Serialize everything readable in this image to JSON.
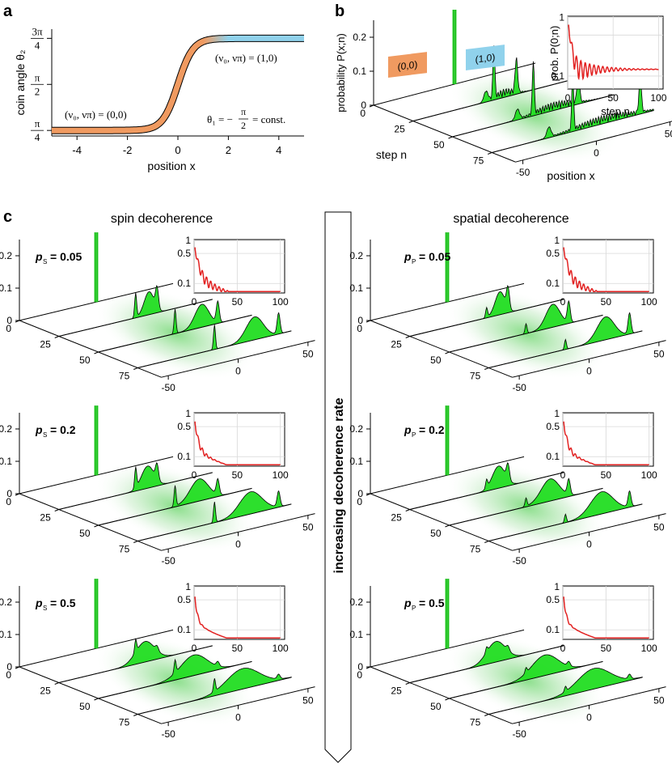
{
  "chart_data": [
    {
      "type": "line",
      "panel_label": "a",
      "xlabel": "position x",
      "ylabel": "coin angle θ₂",
      "x_ticks": [
        "-4",
        "-2",
        "0",
        "2",
        "4"
      ],
      "y_ticks": [
        {
          "num": "π",
          "den": "4"
        },
        {
          "num": "π",
          "den": "2"
        },
        {
          "num": "3π",
          "den": "4"
        }
      ],
      "xlim": [
        -5,
        5
      ],
      "ylim_over_pi": [
        0.22,
        0.8
      ],
      "curve": {
        "low_over_pi": 0.25,
        "high_over_pi": 0.75,
        "center": 0,
        "width": 0.3
      },
      "colors": {
        "left": "#f09a60",
        "right": "#90d2ec"
      },
      "annotations": {
        "left": "(ν₀, νπ) = (0,0)",
        "right": "(ν₀, νπ) = (1,0)",
        "theta1": "θ₁ = −",
        "theta1_frac_num": "π",
        "theta1_frac_den": "2",
        "theta1_tail": "= const."
      }
    },
    {
      "type": "area",
      "panel_label": "b",
      "zlabel": "probability P(x;n)",
      "xlabel": "position x",
      "ylabel": "step  n",
      "x_ticks": [
        "-50",
        "0",
        "50"
      ],
      "n_ticks": [
        "0",
        "25",
        "50",
        "75"
      ],
      "z_ticks": [
        "0",
        "0.1",
        "0.2"
      ],
      "region_labels": [
        "(0,0)",
        "(1,0)"
      ],
      "region_colors": [
        "#f09a60",
        "#90d2ec"
      ],
      "inset": {
        "ylabel": "prob. P(0;n)",
        "xlabel": "step  n",
        "y_ticks": [
          "0.1",
          "1"
        ],
        "x_ticks": [
          "0",
          "50",
          "100"
        ],
        "asymptote": 0.13,
        "oscillation_decay": 0.045
      }
    }
  ],
  "panel_c": {
    "label": "c",
    "spin_title": "spin decoherence",
    "spatial_title": "spatial decoherence",
    "arrow_text": "increasing decoherence rate",
    "z_ticks": [
      "0",
      "0.1",
      "0.2"
    ],
    "n_ticks": [
      "0",
      "25",
      "50",
      "75"
    ],
    "x_ticks": [
      "-50",
      "0",
      "50"
    ],
    "inset_y_ticks": [
      "0.1",
      "0.5",
      "1"
    ],
    "inset_x_ticks": [
      "0",
      "50",
      "100"
    ],
    "spin": [
      {
        "p_symbol": "p",
        "p_sub": "S",
        "value": "= 0.05",
        "rate": 0.05
      },
      {
        "p_symbol": "p",
        "p_sub": "S",
        "value": "= 0.2",
        "rate": 0.2
      },
      {
        "p_symbol": "p",
        "p_sub": "S",
        "value": "= 0.5",
        "rate": 0.5
      }
    ],
    "spatial": [
      {
        "p_symbol": "p",
        "p_sub": "P",
        "value": "= 0.05",
        "rate": 0.05
      },
      {
        "p_symbol": "p",
        "p_sub": "P",
        "value": "= 0.2",
        "rate": 0.2
      },
      {
        "p_symbol": "p",
        "p_sub": "P",
        "value": "= 0.5",
        "rate": 0.5
      }
    ]
  },
  "colors": {
    "green": "#22dd22",
    "green_dark": "#0a7a0a",
    "red": "#e22222",
    "inset_grid": "#d8d8d8"
  }
}
